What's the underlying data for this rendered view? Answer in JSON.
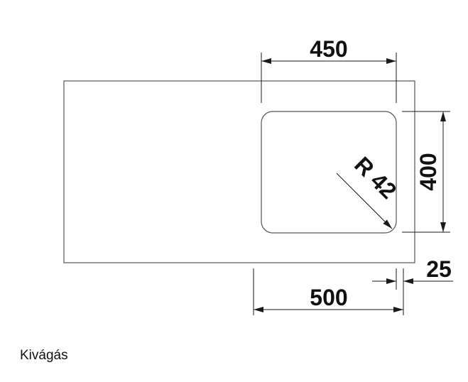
{
  "drawing": {
    "cutout_width": "450",
    "cutout_height": "400",
    "corner_radius": "R 42",
    "overall_width": "500",
    "edge_offset": "25"
  },
  "caption": "Kivágás",
  "colors": {
    "line": "#1a1a1a",
    "outline": "#555555",
    "background": "#ffffff"
  }
}
